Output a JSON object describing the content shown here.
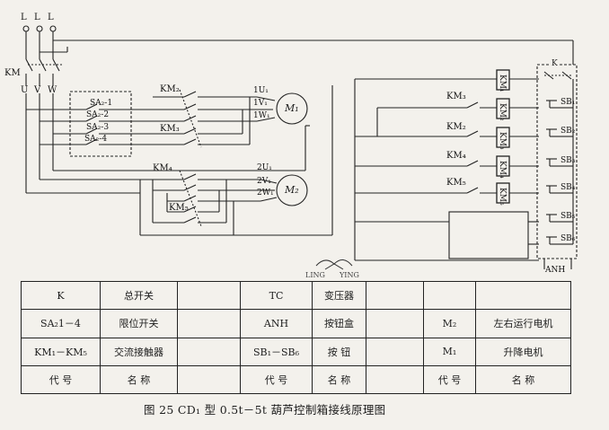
{
  "phases": {
    "l1": "L",
    "l2": "L",
    "l3": "L",
    "u": "U",
    "v": "V",
    "w": "W"
  },
  "main_contactor": "KM",
  "limit_switches": [
    "SA₂-1",
    "SA₂-2",
    "SA₂-3",
    "SA₂-4"
  ],
  "contactors": {
    "km2": "KM₂",
    "km3": "KM₃",
    "km4": "KM₄",
    "km5": "KM₅"
  },
  "coils": [
    "KM₁",
    "KM₂",
    "KM₃",
    "KM₄",
    "KM₅"
  ],
  "motor1": {
    "name": "M₁",
    "terminals": [
      "1U₁",
      "1V₁",
      "1W₁"
    ]
  },
  "motor2": {
    "name": "M₂",
    "terminals": [
      "2U₁",
      "2V₁",
      "2W₁"
    ]
  },
  "switch_k": "K",
  "buttons": [
    "SB₁",
    "SB₂",
    "SB₃",
    "SB₄",
    "SB₅",
    "SB₆"
  ],
  "button_box": "ANH",
  "watermark": {
    "left": "LING",
    "right": "YING"
  },
  "legend": {
    "rows": [
      [
        "K",
        "总开关",
        "",
        "TC",
        "变压器",
        "",
        "",
        ""
      ],
      [
        "SA₂1－4",
        "限位开关",
        "",
        "ANH",
        "按钮盒",
        "",
        "M₂",
        "左右运行电机"
      ],
      [
        "KM₁－KM₅",
        "交流接触器",
        "",
        "SB₁－SB₆",
        "按  钮",
        "",
        "M₁",
        "升降电机"
      ],
      [
        "代    号",
        "名    称",
        "",
        "代  号",
        "名    称",
        "",
        "代    号",
        "名    称"
      ]
    ]
  },
  "caption": "图 25   CD₁ 型 0.5t－5t 葫芦控制箱接线原理图"
}
